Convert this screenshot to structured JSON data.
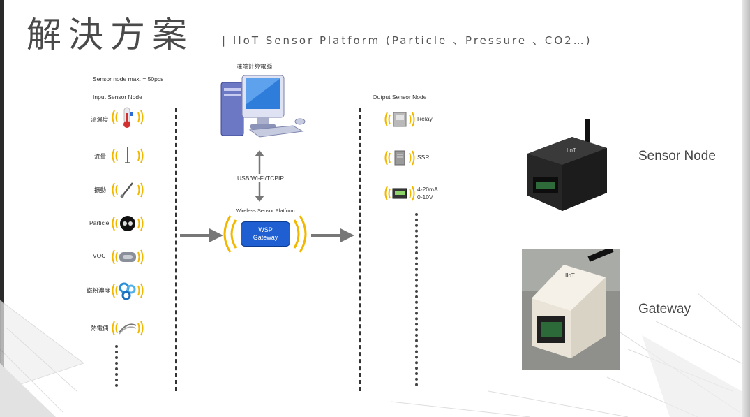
{
  "header": {
    "title": "解決方案",
    "subtitle": "| IIoT Sensor Platform (Particle 、Pressure 、CO2…)"
  },
  "input_column": {
    "capacity_note": "Sensor node max. = 50pcs",
    "heading": "Input Sensor Node",
    "items": [
      {
        "label": "溫濕度",
        "icon": "thermometer-icon"
      },
      {
        "label": "流量",
        "icon": "flow-probe-icon"
      },
      {
        "label": "振動",
        "icon": "vibration-probe-icon"
      },
      {
        "label": "Particle",
        "icon": "particle-sensor-icon"
      },
      {
        "label": "VOC",
        "icon": "voc-sensor-icon"
      },
      {
        "label": "鐵粉濃度",
        "icon": "gears-icon"
      },
      {
        "label": "熱電偶",
        "icon": "thermocouple-icon"
      }
    ]
  },
  "center_column": {
    "computer_label": "遠端計算電腦",
    "link_label": "USB/Wi-Fi/TCPIP",
    "platform_label": "Wireless Sensor Platform",
    "gateway_box_line1": "WSP",
    "gateway_box_line2": "Gateway"
  },
  "output_column": {
    "heading": "Output Sensor Node",
    "items": [
      {
        "label": "Relay",
        "icon": "relay-icon"
      },
      {
        "label": "SSR",
        "icon": "ssr-icon"
      },
      {
        "label": "4-20mA",
        "label2": "0-10V",
        "icon": "meter-icon"
      }
    ]
  },
  "devices": [
    {
      "label": "Sensor Node",
      "icon": "sensor-node-device-icon",
      "brand": "IIoT"
    },
    {
      "label": "Gateway",
      "icon": "gateway-device-icon",
      "brand": "IIoT"
    }
  ],
  "colors": {
    "signal_wave": "#f2b800",
    "gateway_box": "#1f5fd1",
    "arrow": "#777777"
  }
}
